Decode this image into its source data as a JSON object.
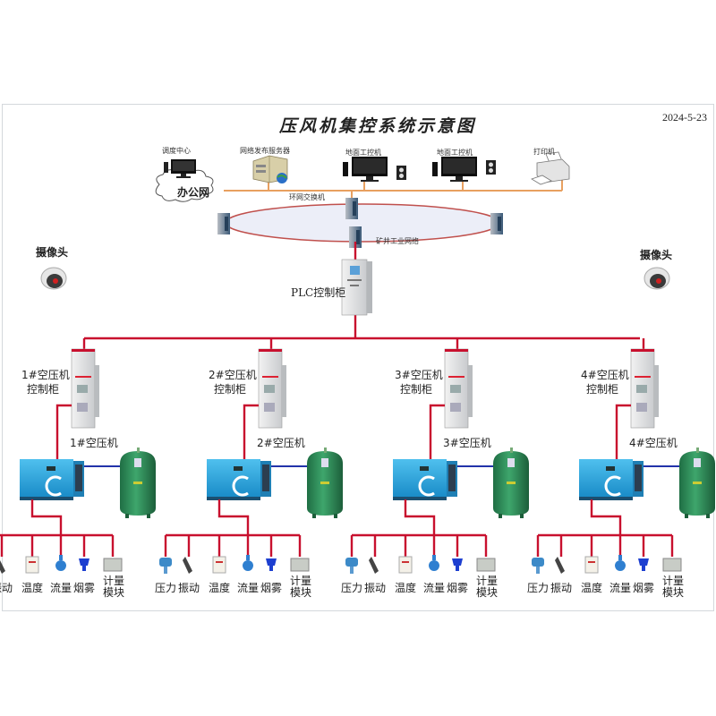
{
  "title": "压风机集控系统示意图",
  "date": "2024-5-23",
  "top_network": {
    "devices": [
      {
        "label": "调度中心",
        "icon": "desktop-computer-icon"
      },
      {
        "label": "网络发布服务器",
        "icon": "server-icon"
      },
      {
        "label": "地面工控机",
        "icon": "workstation-icon"
      },
      {
        "label": "地面工控机",
        "icon": "workstation-icon"
      },
      {
        "label": "打印机",
        "icon": "printer-icon"
      }
    ],
    "office_network": "办公网",
    "ring_switch_label": "环网交换机",
    "industrial_network_label": "矿井工业网络"
  },
  "cameras": [
    {
      "label": "摄像头",
      "icon": "dome-camera-icon"
    },
    {
      "label": "摄像头",
      "icon": "dome-camera-icon"
    }
  ],
  "plc": {
    "label": "PLC控制柜",
    "icon": "control-cabinet-icon"
  },
  "units": [
    {
      "cabinet_label_1": "1#空压机",
      "cabinet_label_2": "控制柜",
      "compressor_label": "1#空压机"
    },
    {
      "cabinet_label_1": "2#空压机",
      "cabinet_label_2": "控制柜",
      "compressor_label": "2#空压机"
    },
    {
      "cabinet_label_1": "3#空压机",
      "cabinet_label_2": "控制柜",
      "compressor_label": "3#空压机"
    },
    {
      "cabinet_label_1": "4#空压机",
      "cabinet_label_2": "控制柜",
      "compressor_label": "4#空压机"
    }
  ],
  "sensors": [
    {
      "label": "压力",
      "icon": "pressure-transmitter-icon"
    },
    {
      "label": "振动",
      "icon": "vibration-sensor-icon"
    },
    {
      "label": "温度",
      "icon": "temperature-sensor-icon"
    },
    {
      "label": "流量",
      "icon": "flow-meter-icon"
    },
    {
      "label": "烟雾",
      "icon": "smoke-sensor-icon"
    },
    {
      "label_line1": "计量",
      "label_line2": "模块",
      "icon": "metering-module-icon"
    }
  ],
  "colors": {
    "control_line": "#c8102e",
    "office_line": "#e8a060",
    "air_pipe": "#2233aa",
    "ring_fill": "#eceef8",
    "ring_stroke": "#c0504d",
    "compressor_blue": "#2aa0d8",
    "tank_green": "#2e8b57"
  }
}
